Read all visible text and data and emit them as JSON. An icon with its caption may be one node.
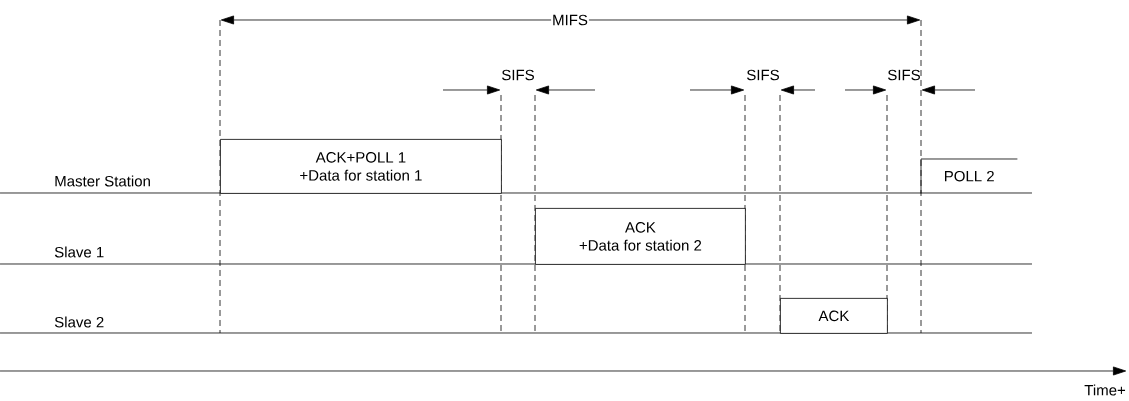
{
  "diagram": {
    "nodes": [
      {
        "text": [
          "ACK+POLL 1",
          "+Data for station 1"
        ]
      },
      {
        "text": [
          "ACK",
          "+Data for station 2"
        ]
      },
      {
        "text": [
          "ACK"
        ]
      },
      {
        "text": [
          "POLL 2"
        ]
      }
    ],
    "labels": [
      "MIFS",
      "SIFS",
      "SIFS",
      "SIFS",
      "Master Station",
      "Slave 1",
      "Slave 2",
      "Time+"
    ]
  }
}
